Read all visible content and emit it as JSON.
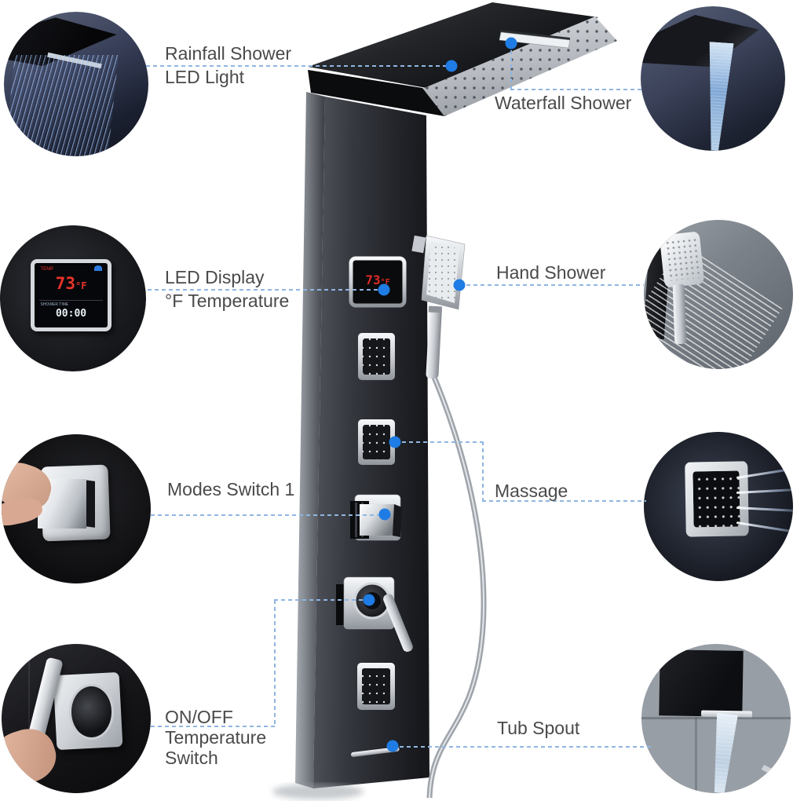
{
  "colors": {
    "label_text": "#4a4a4a",
    "leader_line": "#8fb6e3",
    "leader_dot": "#1f7ce4",
    "led_red": "#e8332a",
    "led_white": "#e9f1f6",
    "chrome_light": "#d6dade",
    "panel_dark": "#26282e",
    "water_blue": "#a9c9f2"
  },
  "callouts": [
    {
      "id": "rainfall-shower-led-light",
      "lines": [
        "Rainfall Shower",
        "LED Light"
      ]
    },
    {
      "id": "waterfall-shower",
      "lines": [
        "Waterfall Shower"
      ]
    },
    {
      "id": "led-display-temperature",
      "lines": [
        "LED Display",
        "°F Temperature"
      ]
    },
    {
      "id": "hand-shower",
      "lines": [
        "Hand Shower"
      ]
    },
    {
      "id": "modes-switch-1",
      "lines": [
        "Modes Switch 1"
      ]
    },
    {
      "id": "massage",
      "lines": [
        "Massage"
      ]
    },
    {
      "id": "on-off-temperature-switch",
      "lines": [
        "ON/OFF",
        "Temperature",
        "Switch"
      ]
    },
    {
      "id": "tub-spout",
      "lines": [
        "Tub Spout"
      ]
    }
  ],
  "led_display": {
    "top_caption": "TEMP",
    "temperature": "73",
    "unit": "°F",
    "timer_caption": "SHOWER TIME",
    "timer": "00:00"
  },
  "insets": [
    {
      "name": "rainfall-shower-led-light-photo"
    },
    {
      "name": "waterfall-shower-photo"
    },
    {
      "name": "led-display-photo"
    },
    {
      "name": "hand-shower-photo"
    },
    {
      "name": "modes-switch-photo"
    },
    {
      "name": "massage-jet-photo"
    },
    {
      "name": "temperature-switch-photo"
    },
    {
      "name": "tub-spout-photo"
    }
  ]
}
